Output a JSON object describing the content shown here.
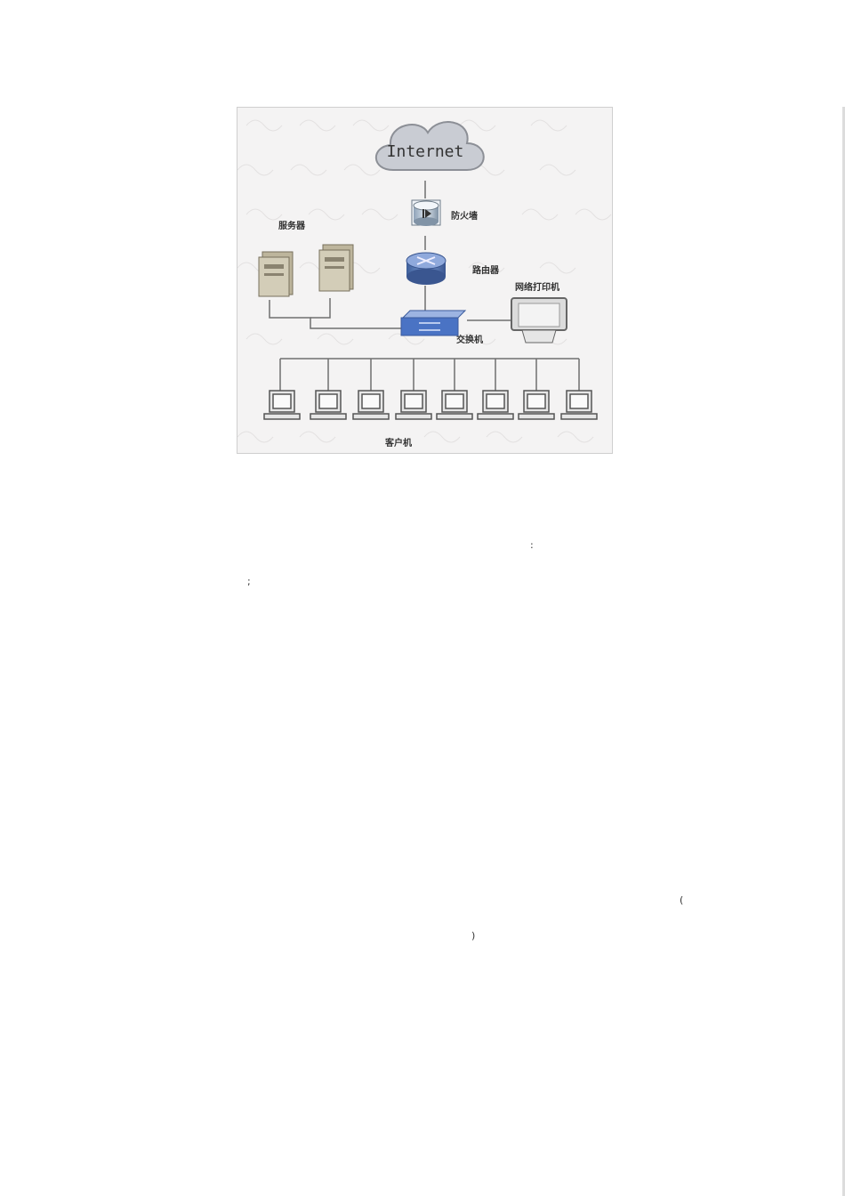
{
  "figure": {
    "internet_label": "Internet",
    "firewall_label": "防火墙",
    "router_label": "路由器",
    "server_label": "服务器",
    "printer_label": "网络打印机",
    "switch_label": "交换机",
    "client_label": "客户机"
  },
  "caption": "",
  "paragraphs": [
    {
      "lines": [
        {
          "segments": [
            "",
            ":"
          ]
        },
        {
          "segments": [
            "",
            ";"
          ]
        }
      ]
    },
    {
      "lines": [
        {
          "segments": [
            "",
            "",
            "",
            ""
          ]
        },
        {
          "segments": [
            "",
            "",
            ""
          ]
        },
        {
          "segments": [
            "",
            ""
          ]
        },
        {
          "segments": [
            ""
          ]
        }
      ]
    },
    {
      "lines": [
        {
          "segments": [
            "",
            "",
            ""
          ]
        },
        {
          "segments": [
            "",
            ""
          ]
        },
        {
          "segments": [
            "",
            "("
          ]
        },
        {
          "segments": [
            "",
            ")"
          ]
        },
        {
          "segments": [
            ""
          ]
        }
      ]
    },
    {
      "lines": [
        {
          "segments": [
            ""
          ]
        }
      ]
    }
  ]
}
